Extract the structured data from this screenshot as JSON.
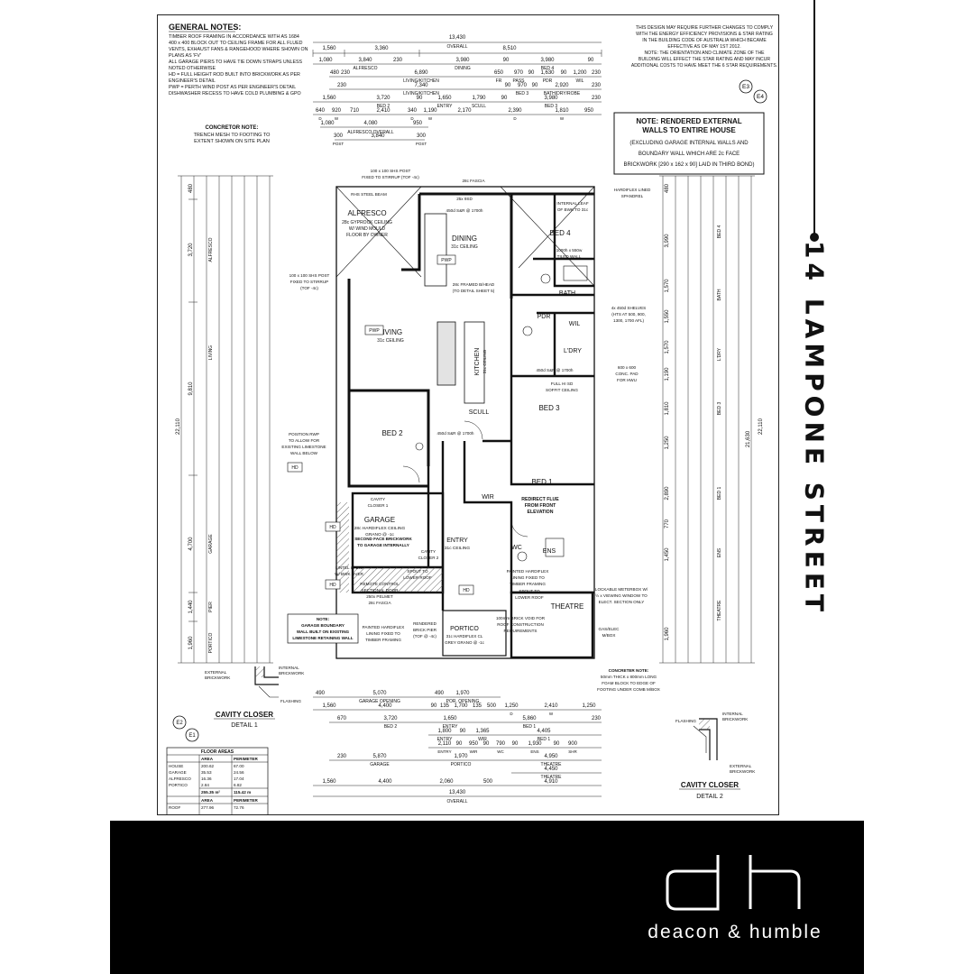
{
  "street_title": "14 LAMPONE STREET",
  "brand": {
    "name": "deacon & humble",
    "monogram": "dh"
  },
  "plan": {
    "general_notes_title": "GENERAL NOTES:",
    "general_notes": [
      "TIMBER ROOF FRAMING IN ACCORDANCE WITH AS 1684",
      "400 x 400 BLOCK OUT TO CEILING FRAME FOR ALL FLUED",
      "VENTS, EXHAUST FANS & RANGEHOOD WHERE SHOWN ON",
      "PLANS AS 'FV'",
      "ALL GARAGE PIERS TO HAVE TIE DOWN STRAPS UNLESS",
      "NOTED OTHERWISE",
      "HD = FULL HEIGHT ROD BUILT INTO BRICKWORK AS PER",
      "ENGINEER'S DETAIL",
      "PWP = PERTH WIND POST AS PER ENGINEER'S DETAIL",
      "DISHWASHER RECESS TO HAVE COLD PLUMBING & GPO"
    ],
    "energy_note": [
      "THIS DESIGN MAY REQUIRE FURTHER CHANGES TO COMPLY",
      "WITH THE ENERGY EFFICIENCY PROVISIONS & STAR RATING",
      "IN THE BUILDING CODE OF AUSTRALIA WHICH BECAME",
      "EFFECTIVE AS OF MAY 1ST 2012.",
      "NOTE: THE ORIENTATION AND CLIMATE ZONE OF THE",
      "BUILDING WILL EFFECT THE STAR RATING AND MAY INCUR",
      "ADDITIONAL COSTS TO HAVE MEET THE 6 STAR REQUIREMENTS."
    ],
    "concretor_note": [
      "CONCRETOR NOTE:",
      "TRENCH MESH TO FOOTING TO",
      "EXTENT SHOWN ON SITE PLAN"
    ],
    "rendered_note": [
      "NOTE: RENDERED EXTERNAL",
      "WALLS TO ENTIRE HOUSE",
      "(EXCLUDING GARAGE INTERNAL WALLS AND",
      "BOUNDARY WALL WHICH ARE 2c FACE",
      "BRICKWORK [290 x 162 x 90] LAID IN THIRD BOND)"
    ],
    "overall_top": "13,430",
    "overall_label": "OVERALL",
    "top_dims": [
      "1,560",
      "3,360",
      "8,510"
    ],
    "top_dims_2": [
      "1,080",
      "3,840",
      "230",
      "3,980",
      "90",
      "3,980",
      "90"
    ],
    "top_labels_2": [
      "ALFRESCO",
      "DINING",
      "BED 4"
    ],
    "top_dims_3": [
      "480",
      "230",
      "6,890",
      "650",
      "970",
      "90",
      "1,630",
      "90",
      "1,200",
      "230"
    ],
    "top_labels_3": [
      "LIVING/KITCHEN",
      "FR",
      "PASS",
      "PDR",
      "WIL"
    ],
    "top_dims_4": [
      "230",
      "7,340",
      "90",
      "970",
      "90",
      "2,920",
      "230"
    ],
    "top_labels_4": [
      "LIVING/KITCHEN",
      "BED 3",
      "BATH/DRY/ROBE"
    ],
    "top_dims_5": [
      "1,560",
      "3,720",
      "90",
      "1,650",
      "1,790",
      "90",
      "3,980",
      "230"
    ],
    "top_labels_5": [
      "BED 2",
      "ENTRY",
      "SCULL",
      "BED 3"
    ],
    "top_dims_6": [
      "640",
      "920",
      "710",
      "2,410",
      "340",
      "1,190",
      "2,170",
      "2,390",
      "1,810",
      "950"
    ],
    "top_labels_6": [
      "D",
      "W",
      "D",
      "W",
      "D",
      "W"
    ],
    "alfresco_dims": [
      "1,080",
      "4,080",
      "950"
    ],
    "alfresco_overall": "ALFRESCO OVERALL",
    "alfresco_post": [
      "300",
      "3,840",
      "300"
    ],
    "post_label": "POST",
    "bottom_dims_1": [
      "490",
      "5,070",
      "490",
      "1,970"
    ],
    "bottom_labels_1": [
      "GARAGE OPENING",
      "POR. OPENING"
    ],
    "bottom_dims_2": [
      "1,560",
      "4,400",
      "90",
      "135",
      "1,700",
      "135",
      "500",
      "1,250",
      "2,410",
      "1,250"
    ],
    "bottom_labels_2": [
      "D",
      "W"
    ],
    "bottom_dims_3": [
      "670",
      "3,720",
      "1,650",
      "5,860",
      "230"
    ],
    "bottom_labels_3": [
      "BED 2",
      "ENTRY",
      "BED 1"
    ],
    "bottom_dims_4": [
      "1,800",
      "90",
      "1,365",
      "4,405"
    ],
    "bottom_labels_4": [
      "ENTRY",
      "WIR",
      "BED 1"
    ],
    "bottom_dims_5": [
      "2,110",
      "90",
      "950",
      "90",
      "790",
      "90",
      "1,930",
      "90",
      "900"
    ],
    "bottom_labels_5": [
      "ENTRY",
      "WIR",
      "WC",
      "ENS",
      "SHR"
    ],
    "bottom_dims_6": [
      "230",
      "5,870",
      "1,970",
      "4,950"
    ],
    "bottom_labels_6": [
      "GARAGE",
      "PORTICO",
      "THEATRE"
    ],
    "bottom_dims_7": [
      "4,450"
    ],
    "bottom_labels_7": [
      "THEATRE"
    ],
    "bottom_dims_8": [
      "1,560",
      "4,400",
      "2,060",
      "500",
      "4,910"
    ],
    "overall_bottom": "13,430",
    "left_overall": "22,110",
    "left_dims": [
      "480",
      "3,720",
      "9,810",
      "4,700",
      "1,440",
      "1,960"
    ],
    "left_labels": [
      "ALFRESCO",
      "LIVING",
      "GARAGE",
      "PIER",
      "PORTICO"
    ],
    "right_overall": "22,110",
    "right_overall_2": "21,630",
    "right_dims": [
      "480",
      "3,990",
      "1,570",
      "1,550",
      "1,570",
      "1,190",
      "1,810",
      "1,250",
      "2,890",
      "770",
      "1,450",
      "1,960"
    ],
    "right_labels": [
      "BED 4",
      "BATH",
      "L'DRY",
      "BED 3",
      "BED 1",
      "ENS",
      "THEATRE"
    ],
    "rooms": {
      "alfresco": "ALFRESCO",
      "alfresco_note": [
        "28c GYPROCK CEILING",
        "W/ WIND MOULD",
        "FLOOR BY OWNER"
      ],
      "dining": "DINING",
      "dining_note": "31c CEILING",
      "bed4": "BED 4",
      "bath": "BATH",
      "pdr": "PDR",
      "wil": "WIL",
      "ldry": "L'DRY",
      "living": "LIVING",
      "living_note": "31c CEILING",
      "kitchen": "KITCHEN",
      "kitchen_note": "31c CEILING",
      "scull": "SCULL",
      "bed2": "BED 2",
      "bed3": "BED 3",
      "bed1": "BED 1",
      "bed1_note": [
        "REDIRECT FLUE",
        "FROM FRONT",
        "ELEVATION"
      ],
      "wir": "WIR",
      "wc": "WC",
      "ens": "ENS",
      "garage": "GARAGE",
      "garage_note": [
        "28c HARDIFLEX CEILING",
        "GRANO @ -1c"
      ],
      "entry": "ENTRY",
      "entry_note": "31c CEILING",
      "portico": "PORTICO",
      "portico_note": [
        "31c HARDIFLEX CL",
        "GREY GRANO @ -1c"
      ],
      "theatre": "THEATRE"
    },
    "callouts": {
      "pwp": "PWP",
      "hd": "HD",
      "fascia": "28c FASCIA",
      "steel_beam": "RHS STEEL BEAM",
      "sds": "25x 9SD",
      "shs_post_top": [
        "100 x 100 SHS POST",
        "FIXED TO STIRRUP (TOF -4c)"
      ],
      "shs_post_left": [
        "100 x 100 SHS POST",
        "FIXED TO STIRRUP",
        "(TOF -4c)"
      ],
      "rwp": [
        "POSITION RWP",
        "TO ALLOW FOR",
        "EXISTING LIMESTONE",
        "WALL BELOW"
      ],
      "sar": "450d S&R @ 1700h",
      "shelves": [
        "4x 450d SHELVES",
        "(HTS AT 500, 900,",
        "1300, 1700 AFL)"
      ],
      "conc_pad": [
        "600 x 600",
        "CONC. PAD",
        "FOR HWU"
      ],
      "second_face": [
        "SECOND FACE BRICKWORK",
        "TO GARAGE INTERNALLY"
      ],
      "cavity_closer_1": [
        "CAVITY",
        "CLOSER 1"
      ],
      "cavity_closer_2": [
        "CAVITY",
        "CLOSER 2"
      ],
      "remote": [
        "REMOTE CONTROL",
        "SECTIONAL DOOR",
        "250x PELMET",
        "28c FASCIA"
      ],
      "lintel": [
        "LINTEL @ 24c",
        "W/ BWK OVER"
      ],
      "spout": [
        "SPOUT TO",
        "LOWER ROOF"
      ],
      "boundary_note": [
        "NOTE:",
        "GARAGE BOUNDARY",
        "WALL BUILT ON EXISTING",
        "LIMESTONE RETAINING WALL"
      ],
      "painted": [
        "PAINTED HARDIFLEX",
        "LINING FIXED TO",
        "TIMBER FRAMING"
      ],
      "brick_pier": [
        "RENDERED",
        "BRICK PIER",
        "(TOF @ -4c)"
      ],
      "brick_void": [
        "100mm BRICK VOID FOR",
        "ROOF CONSTRUCTION",
        "REQUIREMENTS"
      ],
      "meterbox": [
        "LOCKABLE METERBOX W/",
        "½ x VIEWING WINDOW TO",
        "ELECT. SECTION ONLY"
      ],
      "gas_elec": [
        "GAS/ELEC",
        "M/BOX"
      ],
      "concreter_note": [
        "CONCRETER NOTE:",
        "50mm THICK x 800mm LONG",
        "FOAM BLOCK TO EDGE OF",
        "FOOTING UNDER COMB M/BOX"
      ],
      "hardiflex_spandrel": [
        "HARDIFLEX LINED",
        "SPANDREL"
      ],
      "internal_leaf": [
        "INTERNAL LEAF",
        "OF BWK TO 31c"
      ],
      "tiled_wall": [
        "1000h x 550w",
        "TILED WALL"
      ],
      "soffit": [
        "FULL HI SD",
        "SOFFIT CEILING"
      ],
      "framed_bhead": [
        "28c FRAMED B/HEAD",
        "(TO DETAIL SHEET 5)"
      ],
      "e3": "E3",
      "e4": "E4",
      "e1": "E1",
      "e2": "E2"
    },
    "cavity_closer_1": {
      "title": "CAVITY CLOSER",
      "detail": "DETAIL 1",
      "labels": [
        "EXTERNAL",
        "BRICKWORK",
        "INTERNAL",
        "BRICKWORK",
        "FLASHING"
      ]
    },
    "cavity_closer_2": {
      "title": "CAVITY CLOSER",
      "detail": "DETAIL 2",
      "labels": [
        "FLASHING",
        "INTERNAL",
        "BRICKWORK",
        "EXTERNAL",
        "BRICKWORK"
      ]
    },
    "floor_areas": {
      "title": "FLOOR AREAS",
      "headers": [
        "",
        "AREA",
        "PERIMETER"
      ],
      "rows": [
        [
          "HOUSE",
          "200.62",
          "67.00"
        ],
        [
          "GARAGE",
          "35.53",
          "24.56"
        ],
        [
          "ALFRESCO",
          "16.36",
          "17.04"
        ],
        [
          "PORTICO",
          "2.84",
          "6.82"
        ],
        [
          "",
          "255.35 m²",
          "115.42 m"
        ]
      ],
      "headers_2": [
        "",
        "AREA",
        "PERIMETER"
      ],
      "roof_row": [
        "ROOF",
        "277.96",
        "72.76"
      ]
    }
  }
}
